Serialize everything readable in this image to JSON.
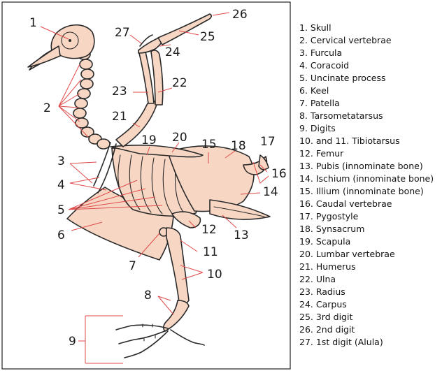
{
  "numbers": [
    "1",
    "2",
    "3",
    "4",
    "5",
    "6",
    "7",
    "8",
    "9",
    "10",
    "11",
    "12",
    "13",
    "14",
    "15",
    "16",
    "17",
    "18",
    "19",
    "20",
    "21",
    "22",
    "23",
    "24",
    "25",
    "26",
    "27"
  ],
  "legend": [
    "1. Skull",
    "2. Cervical vertebrae",
    "3. Furcula",
    "4. Coracoid",
    "5. Uncinate process",
    "6. Keel",
    "7. Patella",
    "8. Tarsometatarsus",
    "9. Digits",
    "10. and 11. Tibiotarsus",
    "12. Femur",
    "13. Pubis (innominate bone)",
    "14. Ischium (innominate bone)",
    "15. Illium (innominate bone)",
    "16. Caudal vertebrae",
    "17. Pygostyle",
    "18. Synsacrum",
    "19. Scapula",
    "20. Lumbar vertebrae",
    "21. Humerus",
    "22. Ulna",
    "23. Radius",
    "24. Carpus",
    "25. 3rd digit",
    "26. 2nd digit",
    "27. 1st digit (Alula)"
  ],
  "colors": {
    "bone": "#f7d7c4",
    "outline": "#2a2a2a",
    "leader": "#e04a4a"
  }
}
